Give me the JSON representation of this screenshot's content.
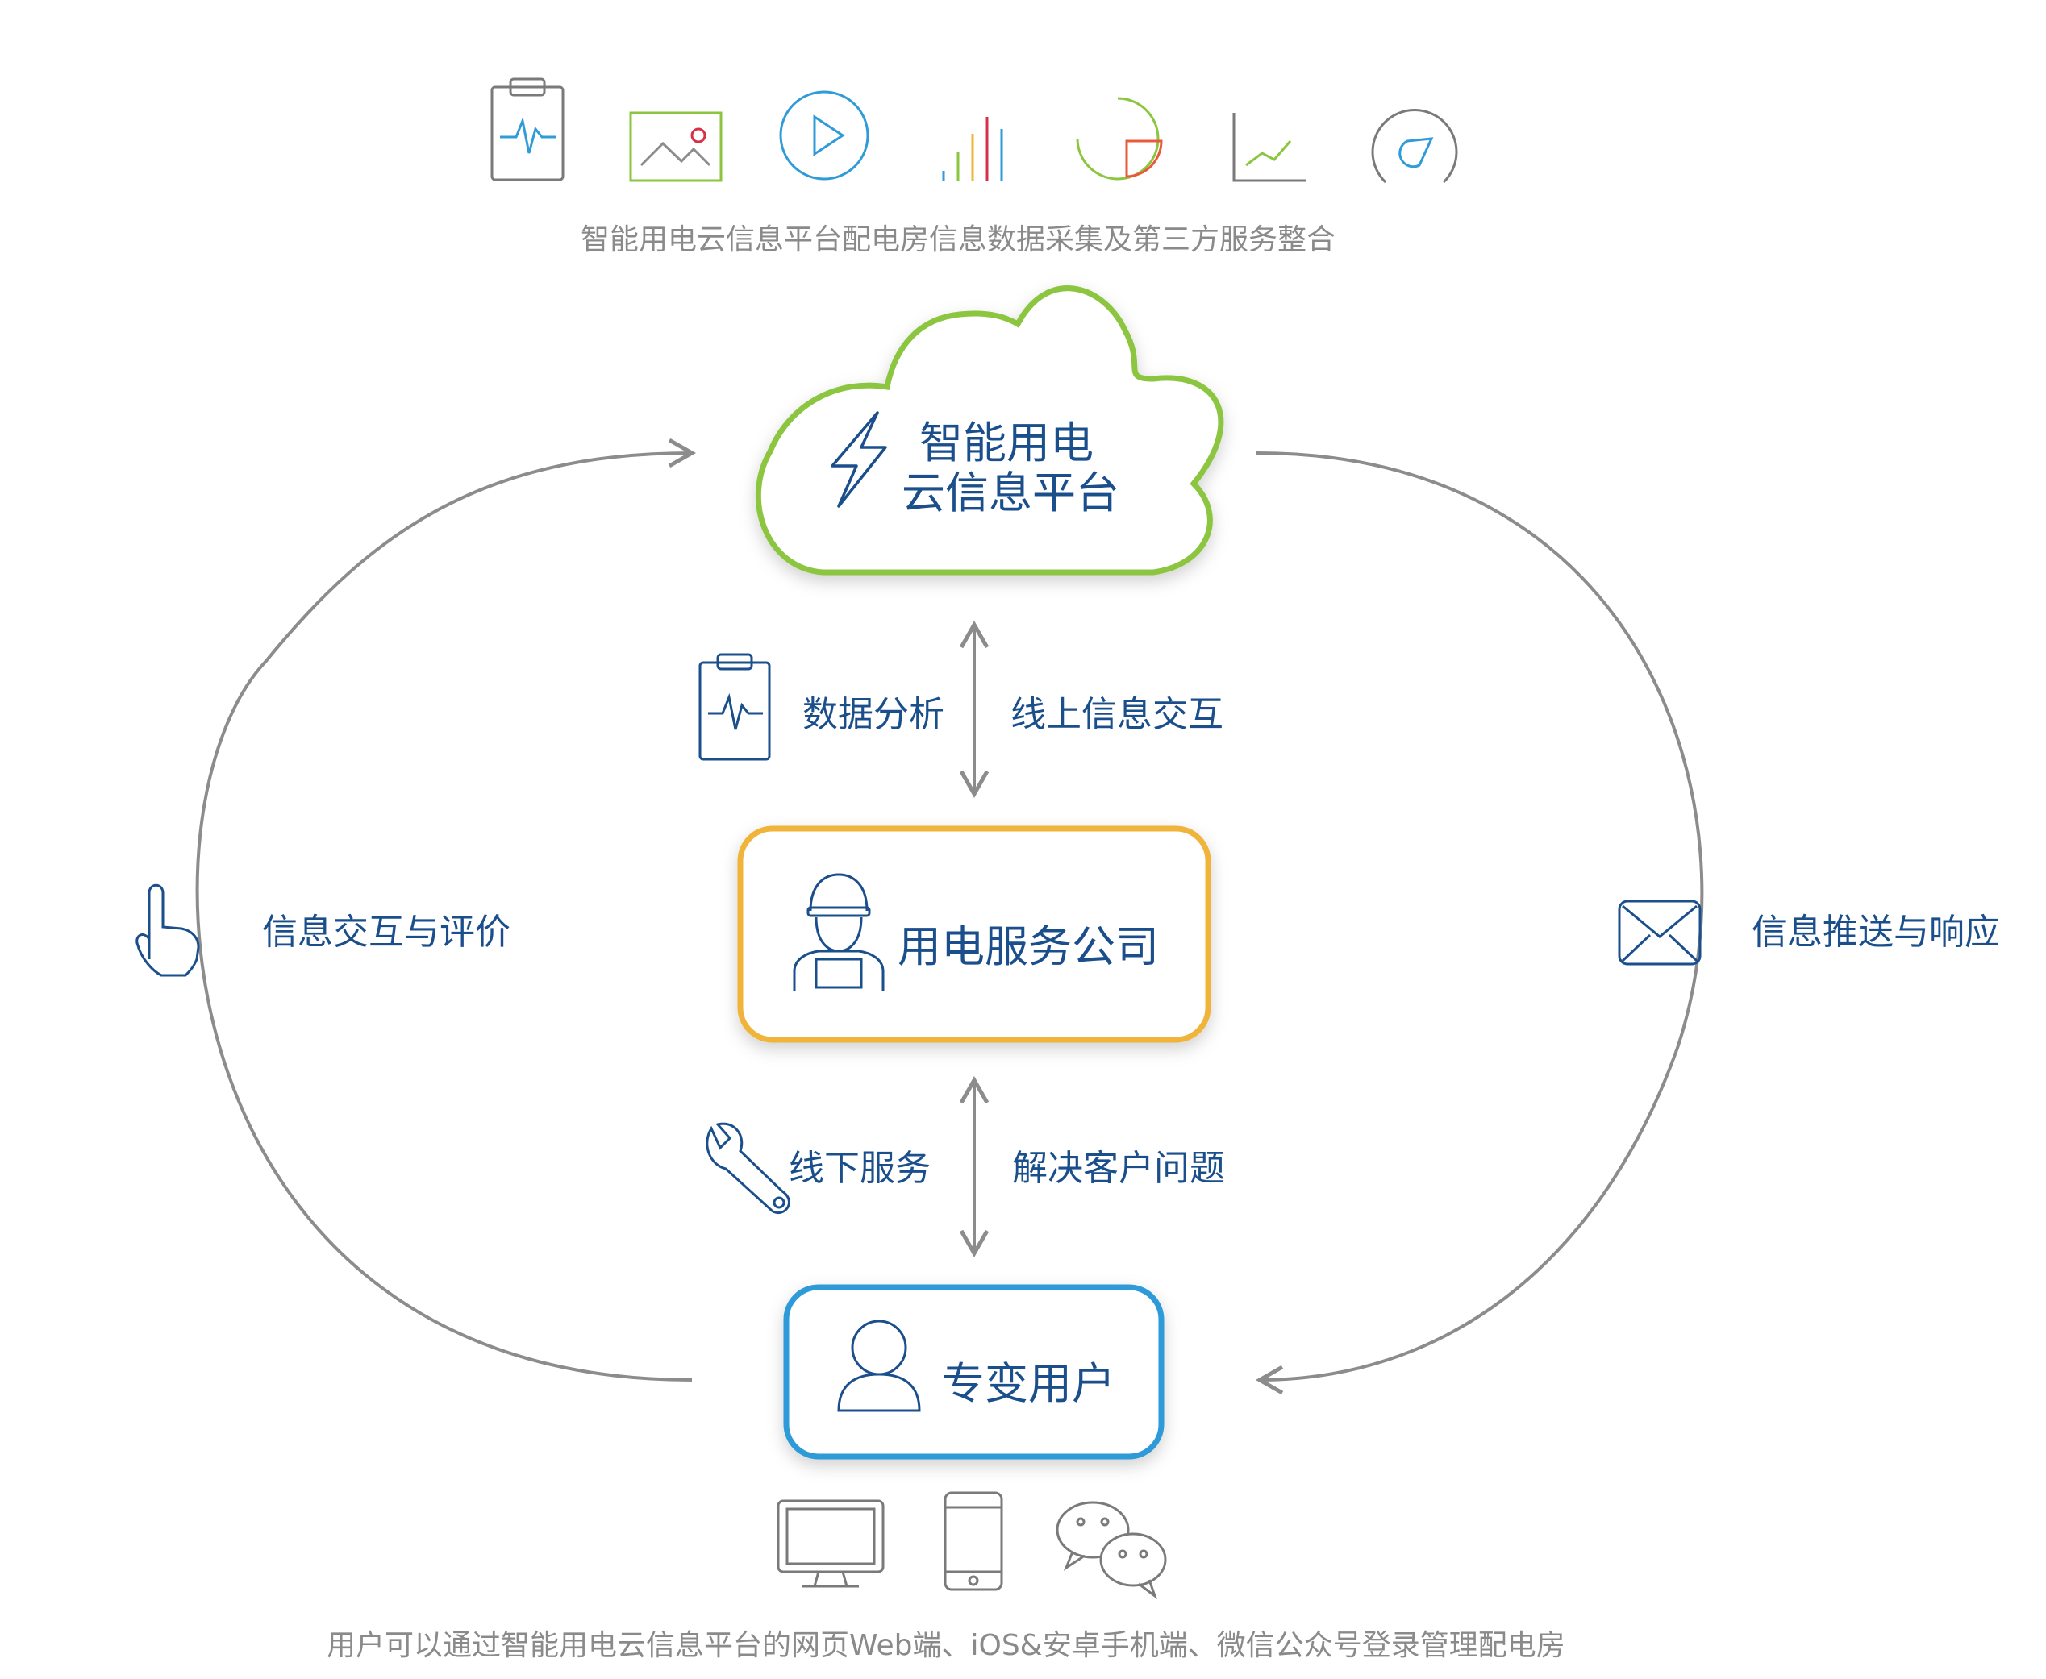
{
  "top_caption": "智能用电云信息平台配电房信息数据采集及第三方服务整合",
  "bottom_caption": "用户可以通过智能用电云信息平台的网页Web端、iOS&安卓手机端、微信公众号登录管理配电房",
  "top_icons": [
    "clipboard-pulse-icon",
    "image-icon",
    "play-icon",
    "bar-chart-icon",
    "pie-chart-icon",
    "line-chart-icon",
    "gauge-icon"
  ],
  "bottom_icons": [
    "monitor-icon",
    "phone-icon",
    "wechat-icon"
  ],
  "cloud": {
    "line1": "智能用电",
    "line2": "云信息平台",
    "icon": "lightning-icon",
    "border_color": "#8cc63f"
  },
  "company": {
    "label": "用电服务公司",
    "icon": "worker-icon",
    "border_color": "#f0b43a"
  },
  "user": {
    "label": "专变用户",
    "icon": "user-icon",
    "border_color": "#2f9bd8"
  },
  "edges": {
    "cloud_company_left": "数据分析",
    "cloud_company_right": "线上信息交互",
    "company_user_left": "线下服务",
    "company_user_right": "解决客户问题",
    "left_arc": "信息交互与评价",
    "right_arc": "信息推送与响应"
  },
  "colors": {
    "text_blue": "#1a4f8c",
    "line_gray": "#8c8c8c"
  }
}
